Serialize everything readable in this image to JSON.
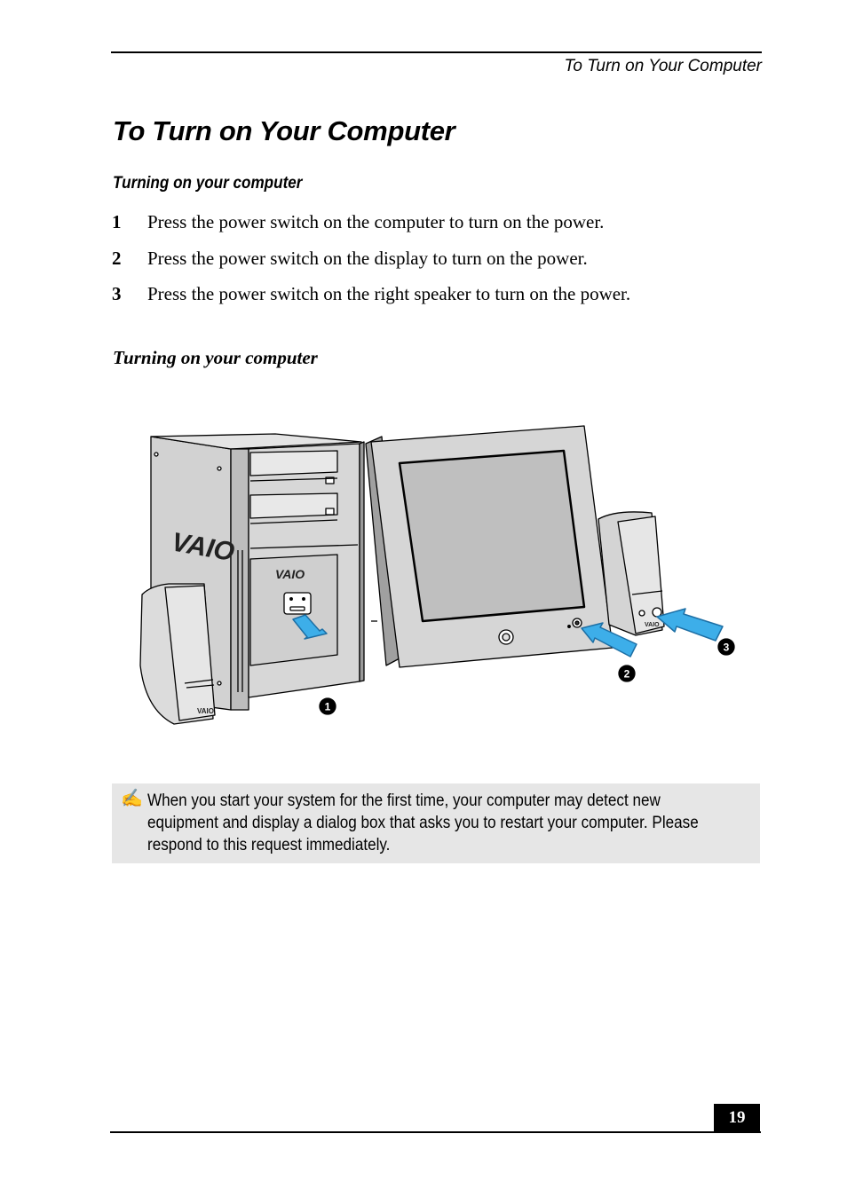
{
  "header": {
    "running_title": "To Turn on Your Computer"
  },
  "page_title": "To Turn on Your Computer",
  "section_heading": "Turning on your computer",
  "steps": [
    {
      "number": "1",
      "text": "Press the power switch on the computer to turn on the power."
    },
    {
      "number": "2",
      "text": "Press the power switch on the display to turn on the power."
    },
    {
      "number": "3",
      "text": "Press the power switch on the right speaker to turn on the power."
    }
  ],
  "figure": {
    "caption": "Turning on your computer",
    "callouts": [
      "1",
      "2",
      "3"
    ],
    "brand_logo": "VAIO",
    "accent_color": "#3daee9"
  },
  "note": {
    "icon": "pencil-note-icon",
    "text": "When you start your system for the first time, your computer may detect new equipment and display a dialog box that asks you to restart your computer. Please respond to this request immediately."
  },
  "footer": {
    "page_number": "19"
  }
}
